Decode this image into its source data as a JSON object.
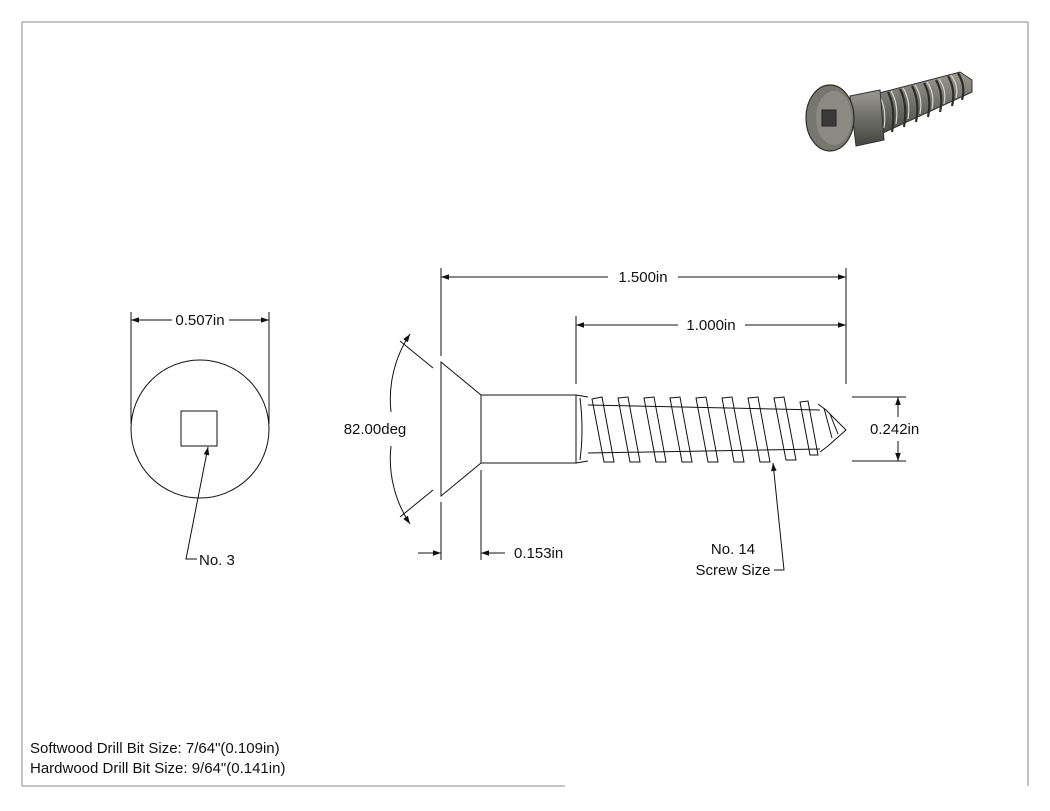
{
  "dimensions": {
    "head_diameter": "0.507in",
    "drive_size": "No. 3",
    "head_angle": "82.00deg",
    "overall_length": "1.500in",
    "thread_length": "1.000in",
    "major_diameter": "0.242in",
    "head_height": "0.153in",
    "screw_size_line1": "No. 14",
    "screw_size_line2": "Screw Size"
  },
  "notes": {
    "softwood": "Softwood Drill Bit Size: 7/64\"(0.109in)",
    "hardwood": "Hardwood Drill Bit Size: 9/64\"(0.141in)"
  },
  "colors": {
    "line": "#111111",
    "render_body": "#7a7a72",
    "render_dark": "#3e3e3a",
    "render_light": "#b8b8b0"
  }
}
